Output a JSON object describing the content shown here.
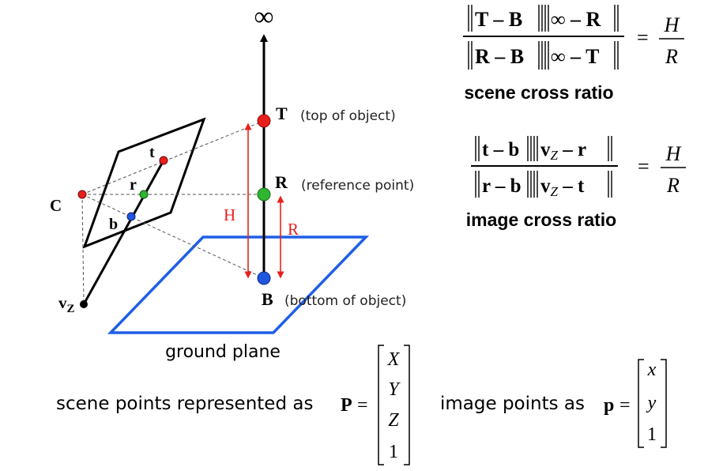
{
  "diagram": {
    "infinity_symbol": "∞",
    "labels": {
      "T": "T",
      "T_note": "(top of object)",
      "R": "R",
      "R_note": "(reference point)",
      "B": "B",
      "B_note": "(bottom of object)",
      "H": "H",
      "R_len": "R",
      "C": "C",
      "t": "t",
      "r": "r",
      "b": "b",
      "vz_main": "v",
      "vz_sub": "Z",
      "ground_plane": "ground plane"
    },
    "colors": {
      "top_point": "#e8201c",
      "reference_point": "#2fb52f",
      "bottom_point": "#1f55e0",
      "ground_plane": "#1f5fe6",
      "measure_arrows": "#e8201c"
    }
  },
  "formulas": {
    "scene": {
      "num_a": "T – B",
      "num_b": "∞ – R",
      "den_a": "R – B",
      "den_b": "∞ – T",
      "rhs_num": "H",
      "rhs_den": "R",
      "equals": "=",
      "caption": "scene cross ratio"
    },
    "image": {
      "num_a": "t – b",
      "num_b_main": "v",
      "num_b_sub": "Z",
      "num_b_tail": " – r",
      "den_a": "r – b",
      "den_b_main": "v",
      "den_b_sub": "Z",
      "den_b_tail": " – t",
      "rhs_num": "H",
      "rhs_den": "R",
      "equals": "=",
      "caption": "image cross ratio"
    }
  },
  "bottom": {
    "scene_text": "scene points represented as",
    "scene_symbol": "P",
    "scene_vector": [
      "X",
      "Y",
      "Z",
      "1"
    ],
    "image_text": "image points as",
    "image_symbol": "p",
    "image_vector": [
      "x",
      "y",
      "1"
    ],
    "equals": "="
  }
}
